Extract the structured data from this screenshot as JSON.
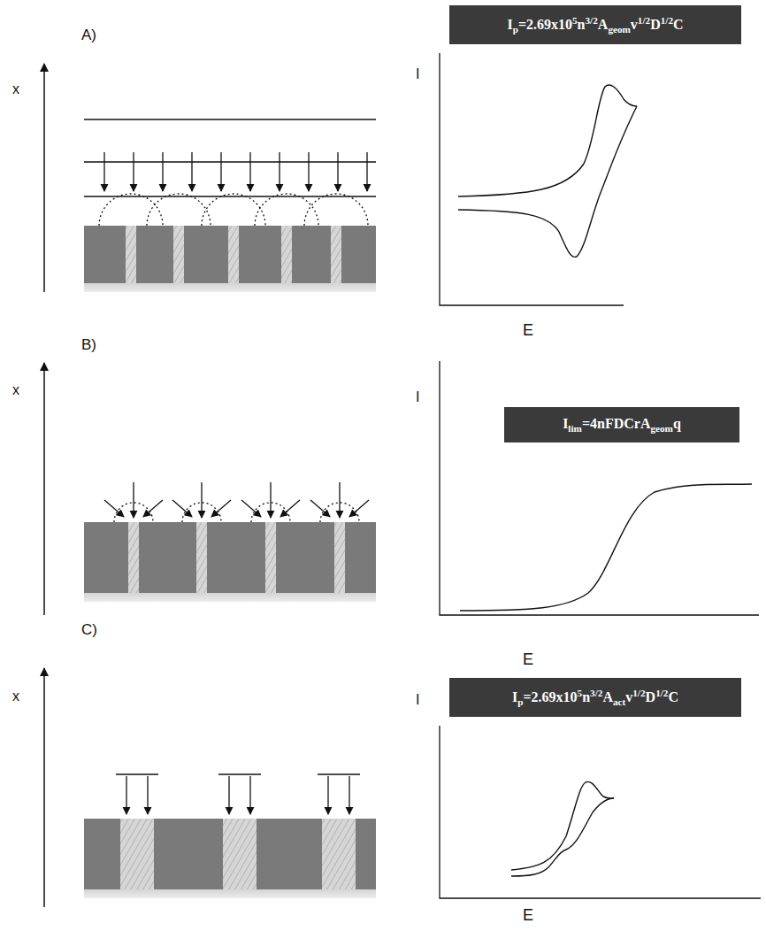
{
  "diagram": {
    "nodes": [
      {
        "text": [
          "I",
          "p",
          "=2.69x10",
          "5",
          "n",
          "3/2",
          "A",
          "geom",
          "v",
          "1/2",
          "D",
          "1/2",
          "C"
        ]
      },
      {
        "text": [
          "I",
          "lim",
          "=4nFDCrA",
          "geom",
          "q"
        ]
      },
      {
        "text": [
          "I",
          "p",
          "=2.69x10",
          "5",
          "n",
          "3/2",
          "A",
          "act",
          "v",
          "1/2",
          "D",
          "1/2",
          "C"
        ]
      }
    ],
    "labels": [
      "A)",
      "x",
      "I",
      "E",
      "B)",
      "x",
      "I",
      "E",
      "C)",
      "x",
      "I",
      "E"
    ]
  }
}
